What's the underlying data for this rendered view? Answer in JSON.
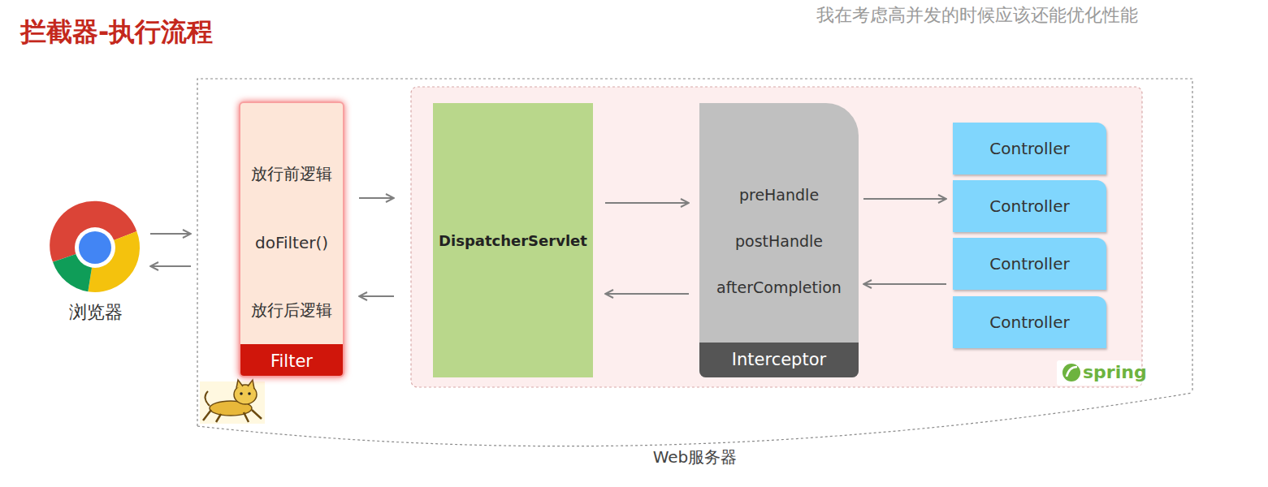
{
  "diagram": {
    "title": "拦截器-执行流程",
    "nodes": [
      {
        "text": [
          "浏览器"
        ]
      },
      {
        "text": [
          "Web服务器"
        ]
      },
      {
        "text": [
          "放行前逻辑",
          "doFilter()",
          "放行后逻辑",
          "Filter"
        ],
        "in": 1
      },
      {
        "text": [
          "spring"
        ],
        "in": 1
      },
      {
        "text": [
          "DispatcherServlet"
        ],
        "in": 3
      },
      {
        "text": [
          "preHandle",
          "postHandle",
          "afterCompletion",
          "Interceptor"
        ],
        "in": 3
      },
      {
        "text": [
          "Controller"
        ],
        "in": 3
      },
      {
        "text": [
          "Controller"
        ],
        "in": 3
      },
      {
        "text": [
          "Controller"
        ],
        "in": 3
      },
      {
        "text": [
          "Controller"
        ],
        "in": 3
      }
    ],
    "edges": [
      {
        "from": 0,
        "to": 1,
        "arrow": "to"
      },
      {
        "from": 1,
        "to": 0,
        "arrow": "to"
      },
      {
        "from": 2,
        "to": 4,
        "arrow": "to"
      },
      {
        "from": 4,
        "to": 2,
        "arrow": "to"
      },
      {
        "from": 4,
        "to": 5,
        "arrow": "to"
      },
      {
        "from": 5,
        "to": 4,
        "arrow": "to"
      },
      {
        "from": 5,
        "to": 7,
        "arrow": "to"
      },
      {
        "from": 8,
        "to": 5,
        "arrow": "to"
      }
    ],
    "labels": [
      "我在考虑高并发的时候应该还能优化性能"
    ]
  }
}
